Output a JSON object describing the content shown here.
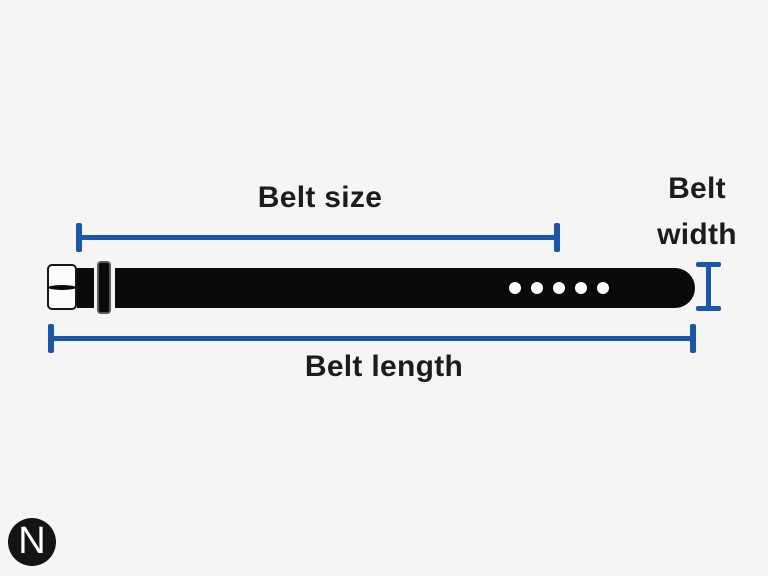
{
  "colors": {
    "background": "#f5f5f6",
    "dimension_blue": "#1b57a8",
    "label_text": "#1c1c1c",
    "belt_black": "#0a0a0a",
    "buckle_white": "#fcfcfc",
    "logo_bg": "#141414",
    "logo_letter_color": "#ffffff"
  },
  "diagram": {
    "belt_size_label": "Belt size",
    "belt_width_label_line1": "Belt",
    "belt_width_label_line2": "width",
    "belt_length_label": "Belt length",
    "belt": {
      "holes_count": 5
    },
    "logo": {
      "letter": "N"
    }
  }
}
